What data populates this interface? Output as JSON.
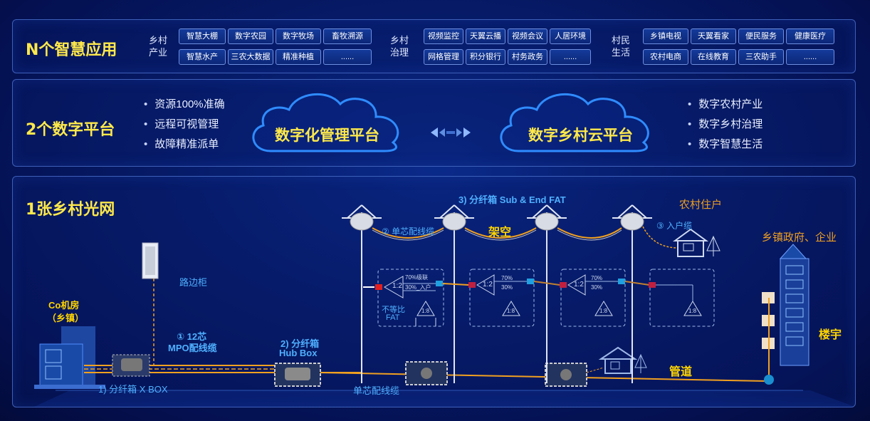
{
  "row1": {
    "title": "N个智慧应用",
    "groups": [
      {
        "label": "乡村产业",
        "tags": [
          "智慧大棚",
          "数字农园",
          "数字牧场",
          "畜牧溯源",
          "智慧水产",
          "三农大数据",
          "精准种植",
          "......"
        ]
      },
      {
        "label": "乡村治理",
        "tags": [
          "视频监控",
          "天翼云播",
          "视频会议",
          "人居环境",
          "网格管理",
          "积分银行",
          "村务政务",
          "......"
        ]
      },
      {
        "label": "村民生活",
        "tags": [
          "乡镇电视",
          "天翼看家",
          "便民服务",
          "健康医疗",
          "农村电商",
          "在线教育",
          "三农助手",
          "......"
        ]
      }
    ]
  },
  "row2": {
    "title": "2个数字平台",
    "left_bullets": [
      "资源100%准确",
      "远程可视管理",
      "故障精准派单"
    ],
    "cloud_left": "数字化管理平台",
    "cloud_right": "数字乡村云平台",
    "right_bullets": [
      "数字农村产业",
      "数字乡村治理",
      "数字智慧生活"
    ]
  },
  "row3": {
    "title": "1张乡村光网",
    "co_room": "Co机房",
    "co_room_sub": "（乡镇）",
    "roadside_cabinet": "路边柜",
    "mpo_cable_1": "① 12芯",
    "mpo_cable_2": "MPO配线缆",
    "xbox": "1) 分纤箱 X BOX",
    "hubbox_1": "2) 分纤箱",
    "hubbox_2": "Hub Box",
    "single_core_cable": "单芯配线缆",
    "single_core_cable_top": "② 单芯配线缆",
    "subfat": "3) 分纤箱 Sub & End FAT",
    "aerial": "架空",
    "rural_homes": "农村住户",
    "drop_cable": "③ 入户缆",
    "town_gov": "乡镇政府、企业",
    "building": "楼宇",
    "pipeline": "管道",
    "splitter1_ratio": "1:2",
    "splitter1_70": "70%级联",
    "splitter1_30": "30%_入户",
    "unequal_1": "不等比",
    "unequal_2": "FAT",
    "s2_70": "70%",
    "s2_30": "30%",
    "s3_70": "70%",
    "s3_30": "30%",
    "ratio_12": "1:2",
    "ratio_18": "1:8"
  },
  "colors": {
    "title_yellow": "#ffe94a",
    "cable_orange": "#f0a020",
    "label_blue": "#4fb0ff",
    "panel_border": "#3d5fb8"
  }
}
